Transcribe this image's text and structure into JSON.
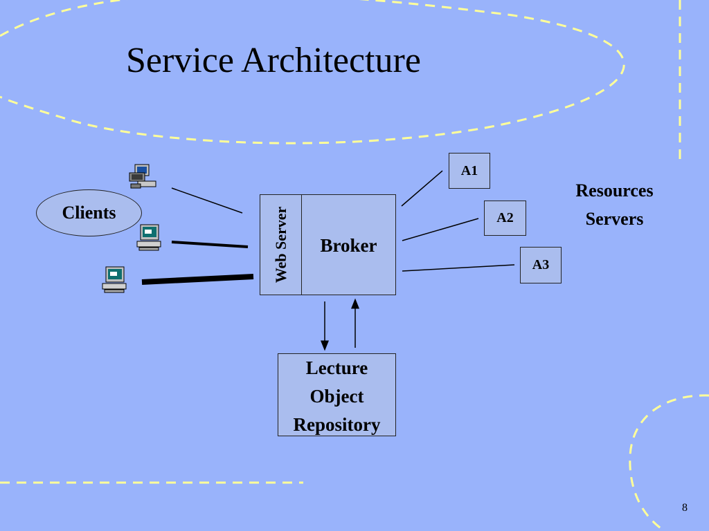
{
  "slide": {
    "title": "Service Architecture",
    "page_number": "8"
  },
  "diagram": {
    "clients_label": "Clients",
    "web_server_label": "Web Server",
    "broker_label": "Broker",
    "repository_lines": [
      "Lecture",
      "Object",
      "Repository"
    ],
    "resources": [
      "A1",
      "A2",
      "A3"
    ],
    "resources_servers_lines": [
      "Resources",
      "Servers"
    ]
  },
  "icons": {
    "client_1": "networked-computer-icon",
    "client_2": "desktop-computer-icon",
    "client_3": "desktop-computer-icon"
  },
  "colors": {
    "background": "#99b3fb",
    "box_fill": "#aabdee",
    "dashed_decoration": "#ffff99"
  }
}
